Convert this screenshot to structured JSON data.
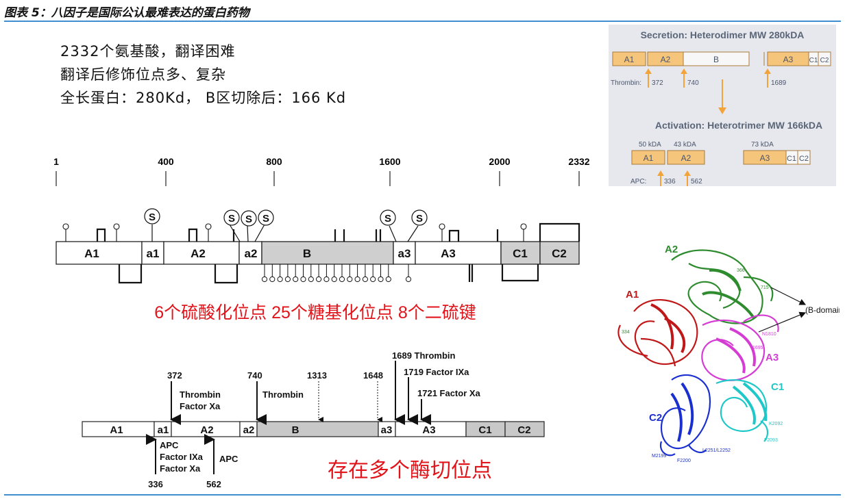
{
  "title": "图表 5：八因子是国际公认最难表达的蛋白药物",
  "bullets": [
    "2332个氨基酸，翻译困难",
    "翻译后修饰位点多、复杂",
    "全长蛋白：280Kd， B区切除后：166 Kd"
  ],
  "top_domain_map": {
    "positions": [
      "1",
      "400",
      "800",
      "1600",
      "2000",
      "2332"
    ],
    "domains": [
      "A1",
      "a1",
      "A2",
      "a2",
      "B",
      "a3",
      "A3",
      "C1",
      "C2"
    ],
    "s_marker": "S",
    "caption": "6个硫酸化位点 25个糖基化位点 8个二硫键"
  },
  "cleavage_map": {
    "domains": [
      "A1",
      "a1",
      "A2",
      "a2",
      "B",
      "a3",
      "A3",
      "C1",
      "C2"
    ],
    "above": {
      "s372": "372",
      "s372_a": "Thrombin",
      "s372_b": "Factor Xa",
      "s740": "740",
      "s740_a": "Thrombin",
      "s1313": "1313",
      "s1648": "1648",
      "s1689": "1689 Thrombin",
      "s1719": "1719 Factor IXa",
      "s1721": "1721 Factor Xa"
    },
    "below": {
      "left_a": "APC",
      "left_b": "Factor IXa",
      "left_c": "Factor Xa",
      "left_num": "336",
      "right_a": "APC",
      "right_num": "562"
    },
    "caption": "存在多个酶切位点"
  },
  "secretion_panel": {
    "heading1": "Secretion: Heterodimer  MW 280kDA",
    "heading2": "Activation: Heterotrimer  MW 166kDA",
    "row1_domains": [
      "A1",
      "A2",
      "B",
      "A3",
      "C1",
      "C2"
    ],
    "thrombin_label": "Thrombin:",
    "thrombin_sites": [
      "372",
      "740",
      "1689"
    ],
    "kda_labels": [
      "50 kDA",
      "43 kDA",
      "73 kDA"
    ],
    "row2_domains": [
      "A1",
      "A2",
      "A3",
      "C1",
      "C2"
    ],
    "apc_label": "APC:",
    "apc_sites": [
      "336",
      "562"
    ],
    "colors": {
      "domain_fill": "#f6c57c",
      "domain_border": "#a87a3a",
      "arrow": "#f2a43a",
      "bg": "#e6e8ee"
    }
  },
  "structure": {
    "labels": [
      "A2",
      "A1",
      "A3",
      "C1",
      "C2"
    ],
    "b_domain": "(B-domain)",
    "residues": [
      "366",
      "715",
      "334",
      "N1810",
      "1695",
      "K2092",
      "F2093",
      "M2199",
      "F2200",
      "L2251/L2252"
    ],
    "colors": {
      "A2": "#2e8b2e",
      "A1": "#c01818",
      "A3": "#d43cd4",
      "C1": "#1ec8c8",
      "C2": "#1a2fd0"
    }
  }
}
